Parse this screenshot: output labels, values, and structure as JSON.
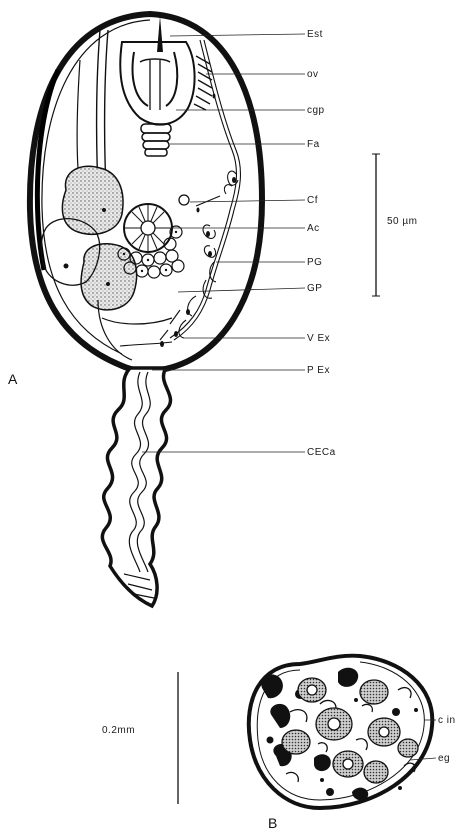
{
  "figure": {
    "panel_a": "A",
    "panel_b": "B",
    "scale_a": "50 µm",
    "scale_b": "0.2mm"
  },
  "labels_a": [
    {
      "id": "est",
      "text": "Est"
    },
    {
      "id": "ov",
      "text": "ov"
    },
    {
      "id": "cgp",
      "text": "cgp"
    },
    {
      "id": "fa",
      "text": "Fa"
    },
    {
      "id": "cf",
      "text": "Cf"
    },
    {
      "id": "ac",
      "text": "Ac"
    },
    {
      "id": "pg",
      "text": "PG"
    },
    {
      "id": "gp",
      "text": "GP"
    },
    {
      "id": "vex",
      "text": "V Ex"
    },
    {
      "id": "pex",
      "text": "P Ex"
    },
    {
      "id": "ceca",
      "text": "CECa"
    }
  ],
  "labels_b": [
    {
      "id": "cin",
      "text": "c in"
    },
    {
      "id": "eg",
      "text": "eg"
    }
  ],
  "colors": {
    "ink": "#111111",
    "paper": "#ffffff",
    "stipple": "#9a9a9a"
  }
}
